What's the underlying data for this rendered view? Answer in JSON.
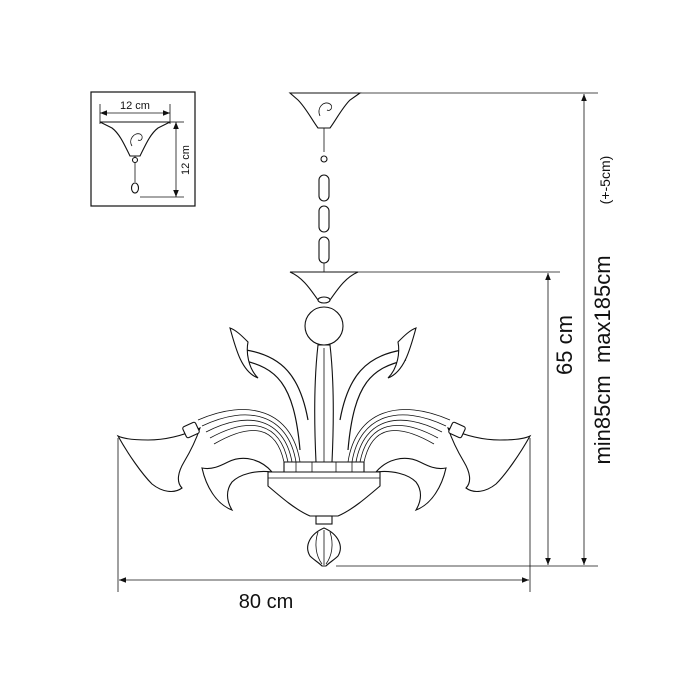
{
  "inset": {
    "width_label": "12 cm",
    "height_label": "12 cm"
  },
  "dimensions": {
    "body_height_label": "65 cm",
    "total_height_label": "min85cm  max185cm",
    "adjust_label": "(+-5cm)",
    "width_label": "80 cm"
  },
  "colors": {
    "line": "#111111",
    "background": "#ffffff"
  }
}
